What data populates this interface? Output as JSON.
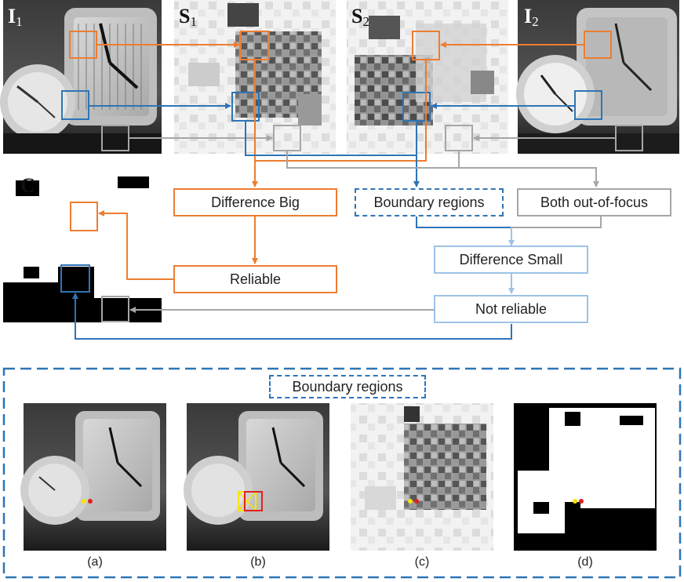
{
  "top_labels": {
    "i1": {
      "main": "I",
      "sub": "1"
    },
    "s1": {
      "main": "S",
      "sub": "1"
    },
    "s2": {
      "main": "S",
      "sub": "2"
    },
    "i2": {
      "main": "I",
      "sub": "2"
    },
    "c": {
      "main": "C"
    }
  },
  "flow_boxes": {
    "difference_big": "Difference Big",
    "reliable": "Reliable",
    "boundary_regions": "Boundary regions",
    "both_out_of_focus": "Both out-of-focus",
    "difference_small": "Difference Small",
    "not_reliable": "Not reliable"
  },
  "bottom_panel": {
    "title": "Boundary regions",
    "captions": [
      "(a)",
      "(b)",
      "(c)",
      "(d)"
    ]
  },
  "colors": {
    "orange": "#ED7D31",
    "blue": "#2E75B6",
    "gray": "#A6A6A6",
    "light_blue": "#9DC3E6",
    "red": "#E02020",
    "yellow": "#F5E600"
  }
}
